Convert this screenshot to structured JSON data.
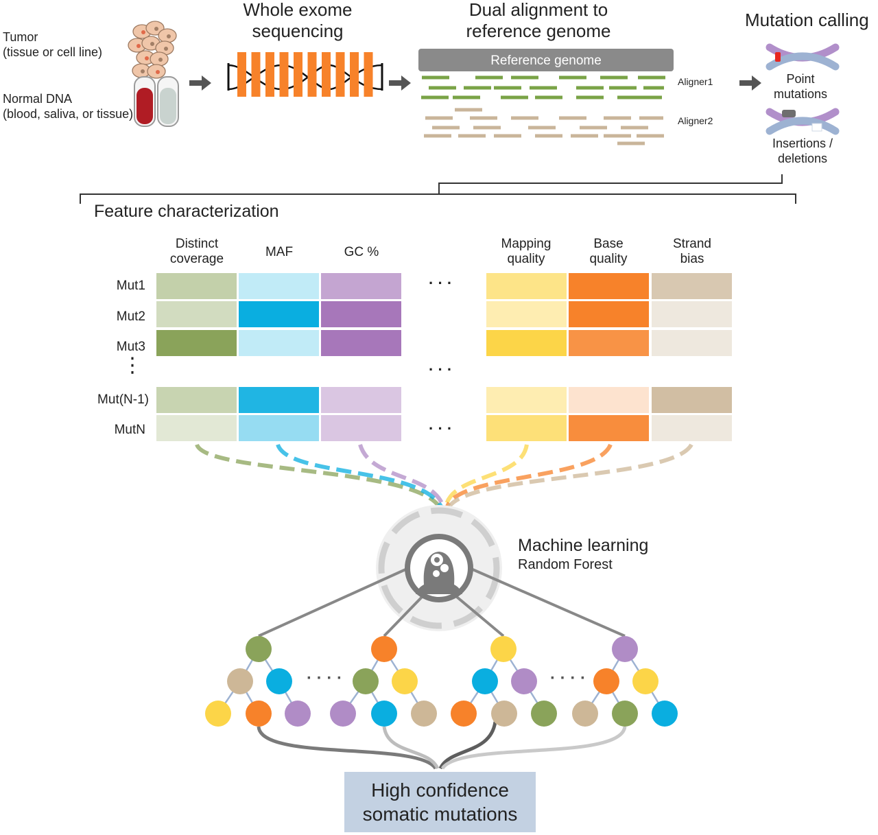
{
  "inputs": {
    "tumor_label": "Tumor",
    "tumor_detail": "(tissue or cell line)",
    "normal_label": "Normal DNA",
    "normal_detail": "(blood, saliva, or tissue)"
  },
  "steps": {
    "sequencing_line1": "Whole exome",
    "sequencing_line2": "sequencing",
    "alignment_line1": "Dual alignment to",
    "alignment_line2": "reference genome",
    "reference_genome": "Reference genome",
    "aligner1": "Aligner1",
    "aligner2": "Aligner2",
    "mutation_calling": "Mutation calling",
    "point_line1": "Point",
    "point_line2": "mutations",
    "indel_line1": "Insertions /",
    "indel_line2": "deletions"
  },
  "features": {
    "title": "Feature characterization",
    "columns": [
      {
        "line1": "Distinct",
        "line2": "coverage",
        "color": "#8aa35a"
      },
      {
        "line1": "MAF",
        "line2": "",
        "color": "#0aaee0"
      },
      {
        "line1": "GC %",
        "line2": "",
        "color": "#9e6ab3"
      },
      {
        "line1": "Mapping",
        "line2": "quality",
        "color": "#fcd548"
      },
      {
        "line1": "Base",
        "line2": "quality",
        "color": "#f7822a"
      },
      {
        "line1": "Strand",
        "line2": "bias",
        "color": "#c7b08f"
      }
    ],
    "rows": [
      {
        "label": "Mut1",
        "levels": [
          0.45,
          0.15,
          0.55,
          0.6,
          1.0,
          0.65
        ]
      },
      {
        "label": "Mut2",
        "levels": [
          0.3,
          1.0,
          0.9,
          0.35,
          1.0,
          0.2
        ]
      },
      {
        "label": "Mut3",
        "levels": [
          1.0,
          0.15,
          0.9,
          1.0,
          0.85,
          0.2
        ]
      },
      {
        "label": "Mut(N-1)",
        "levels": [
          0.4,
          0.9,
          0.3,
          0.35,
          0.12,
          0.8
        ]
      },
      {
        "label": "MutN",
        "levels": [
          0.15,
          0.35,
          0.3,
          0.7,
          0.9,
          0.2
        ]
      }
    ],
    "vertical_ellipsis": "⋮",
    "horizontal_ellipsis": "· · ·"
  },
  "model": {
    "title": "Machine learning",
    "subtitle": "Random Forest",
    "tree_ellipsis": "· · · ·",
    "gear_icon": "gear-icon",
    "head_icon": "person-head-icon"
  },
  "output": {
    "line1": "High confidence",
    "line2": "somatic mutations",
    "box_color": "#c3d1e2"
  },
  "palette": {
    "green": "#8aa35a",
    "blue": "#0aaee0",
    "purple": "#b08cc6",
    "yellow": "#fcd548",
    "orange": "#f7822a",
    "tan": "#cdb797",
    "aligner1": "#7aa347",
    "aligner2": "#c9b59a",
    "arrow": "#555555",
    "grey": "#888888"
  }
}
